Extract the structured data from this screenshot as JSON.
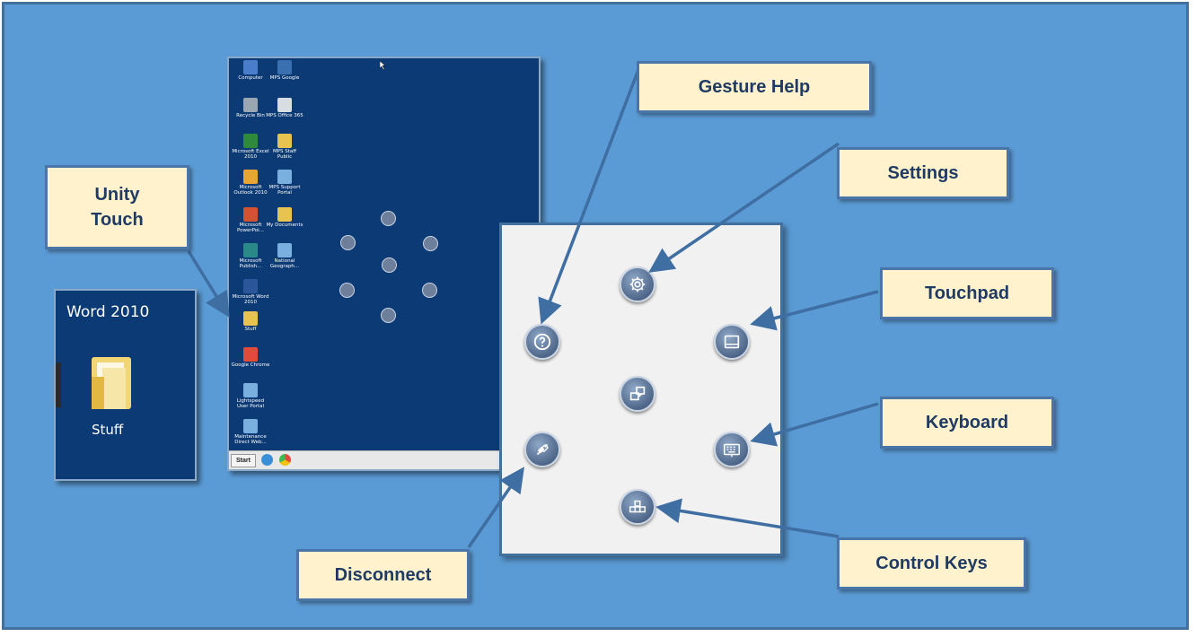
{
  "callouts": {
    "unity_touch": "Unity\nTouch",
    "gesture_help": "Gesture Help",
    "settings": "Settings",
    "touchpad": "Touchpad",
    "keyboard": "Keyboard",
    "control_keys": "Control Keys",
    "disconnect": "Disconnect"
  },
  "zoomed_icon": {
    "top_label": "Word 2010",
    "folder_label": "Stuff"
  },
  "desktop": {
    "icons": [
      {
        "label": "Computer",
        "color": "#4a7ecb"
      },
      {
        "label": "MPS Google",
        "color": "#3a6fb0"
      },
      {
        "label": "Recycle Bin",
        "color": "#9aa6b2"
      },
      {
        "label": "MPS Office 365",
        "color": "#d8dde4"
      },
      {
        "label": "Microsoft Excel 2010",
        "color": "#2f8a3c"
      },
      {
        "label": "MPS Staff Public",
        "color": "#e8c352"
      },
      {
        "label": "Microsoft Outlook 2010",
        "color": "#e8a531"
      },
      {
        "label": "MPS Support Portal",
        "color": "#7ab0e0"
      },
      {
        "label": "Microsoft PowerPoi...",
        "color": "#d35230"
      },
      {
        "label": "My Documents",
        "color": "#e8c352"
      },
      {
        "label": "Microsoft Publish...",
        "color": "#2a8a8a"
      },
      {
        "label": "National Geograph...",
        "color": "#7ab0e0"
      },
      {
        "label": "Microsoft Word 2010",
        "color": "#2b579a"
      },
      {
        "label": "Stuff",
        "color": "#e8c352"
      },
      {
        "label": "Google Chrome",
        "color": "#e04b3a"
      },
      {
        "label": "Lightspeed User Portal",
        "color": "#7ab0e0"
      },
      {
        "label": "Maintenance Direct Web...",
        "color": "#7ab0e0"
      }
    ],
    "taskbar": {
      "start_label": "Start"
    }
  },
  "panel": {
    "buttons": [
      "gesture-help",
      "settings",
      "touchpad",
      "center",
      "keyboard",
      "disconnect",
      "control-keys"
    ]
  },
  "colors": {
    "background": "#5b9bd5",
    "callout_fill": "#fff2cc",
    "callout_border": "#4a75a8",
    "arrow": "#3f6ea3"
  }
}
